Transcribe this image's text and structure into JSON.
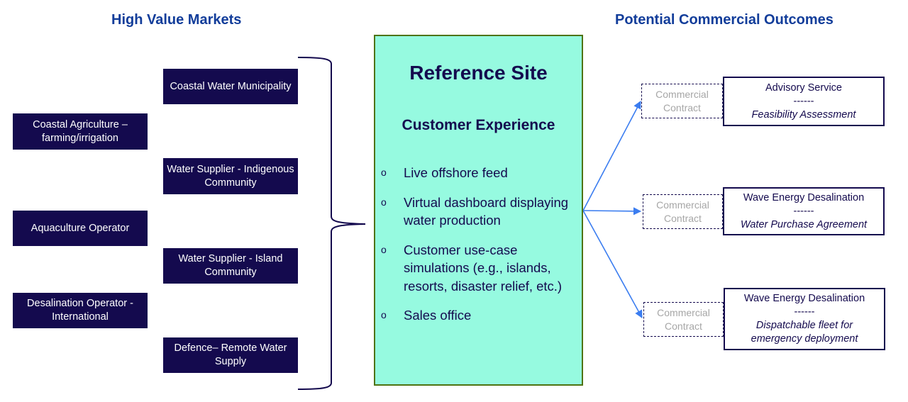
{
  "headings": {
    "left": "High Value Markets",
    "right": "Potential Commercial Outcomes"
  },
  "markets": [
    {
      "label": "Coastal Water Municipality"
    },
    {
      "label": "Coastal Agriculture – farming/irrigation"
    },
    {
      "label": "Water Supplier - Indigenous Community"
    },
    {
      "label": "Aquaculture Operator"
    },
    {
      "label": "Water Supplier - Island Community"
    },
    {
      "label": "Desalination Operator - International"
    },
    {
      "label": "Defence– Remote Water Supply"
    }
  ],
  "reference_site": {
    "title": "Reference Site",
    "subtitle": "Customer Experience",
    "bullet_glyph": "o",
    "items": [
      "Live offshore feed",
      "Virtual dashboard displaying water production",
      "Customer use-case simulations (e.g., islands, resorts, disaster relief, etc.)",
      "Sales office"
    ]
  },
  "outcomes": [
    {
      "contract": "Commercial Contract",
      "title": "Advisory Service",
      "separator": "------",
      "detail": "Feasibility Assessment"
    },
    {
      "contract": "Commercial Contract",
      "title": "Wave Energy Desalination",
      "separator": "------",
      "detail": "Water Purchase Agreement"
    },
    {
      "contract": "Commercial Contract",
      "title": "Wave Energy Desalination",
      "separator": "------",
      "detail": "Dispatchable fleet for emergency deployment"
    }
  ],
  "colors": {
    "heading": "#123d9a",
    "market_box": "#140a4e",
    "reference_fill": "#96fae0",
    "reference_border": "#4f7312",
    "arrow": "#3b7df0",
    "contract_text": "#a6a6a6"
  }
}
